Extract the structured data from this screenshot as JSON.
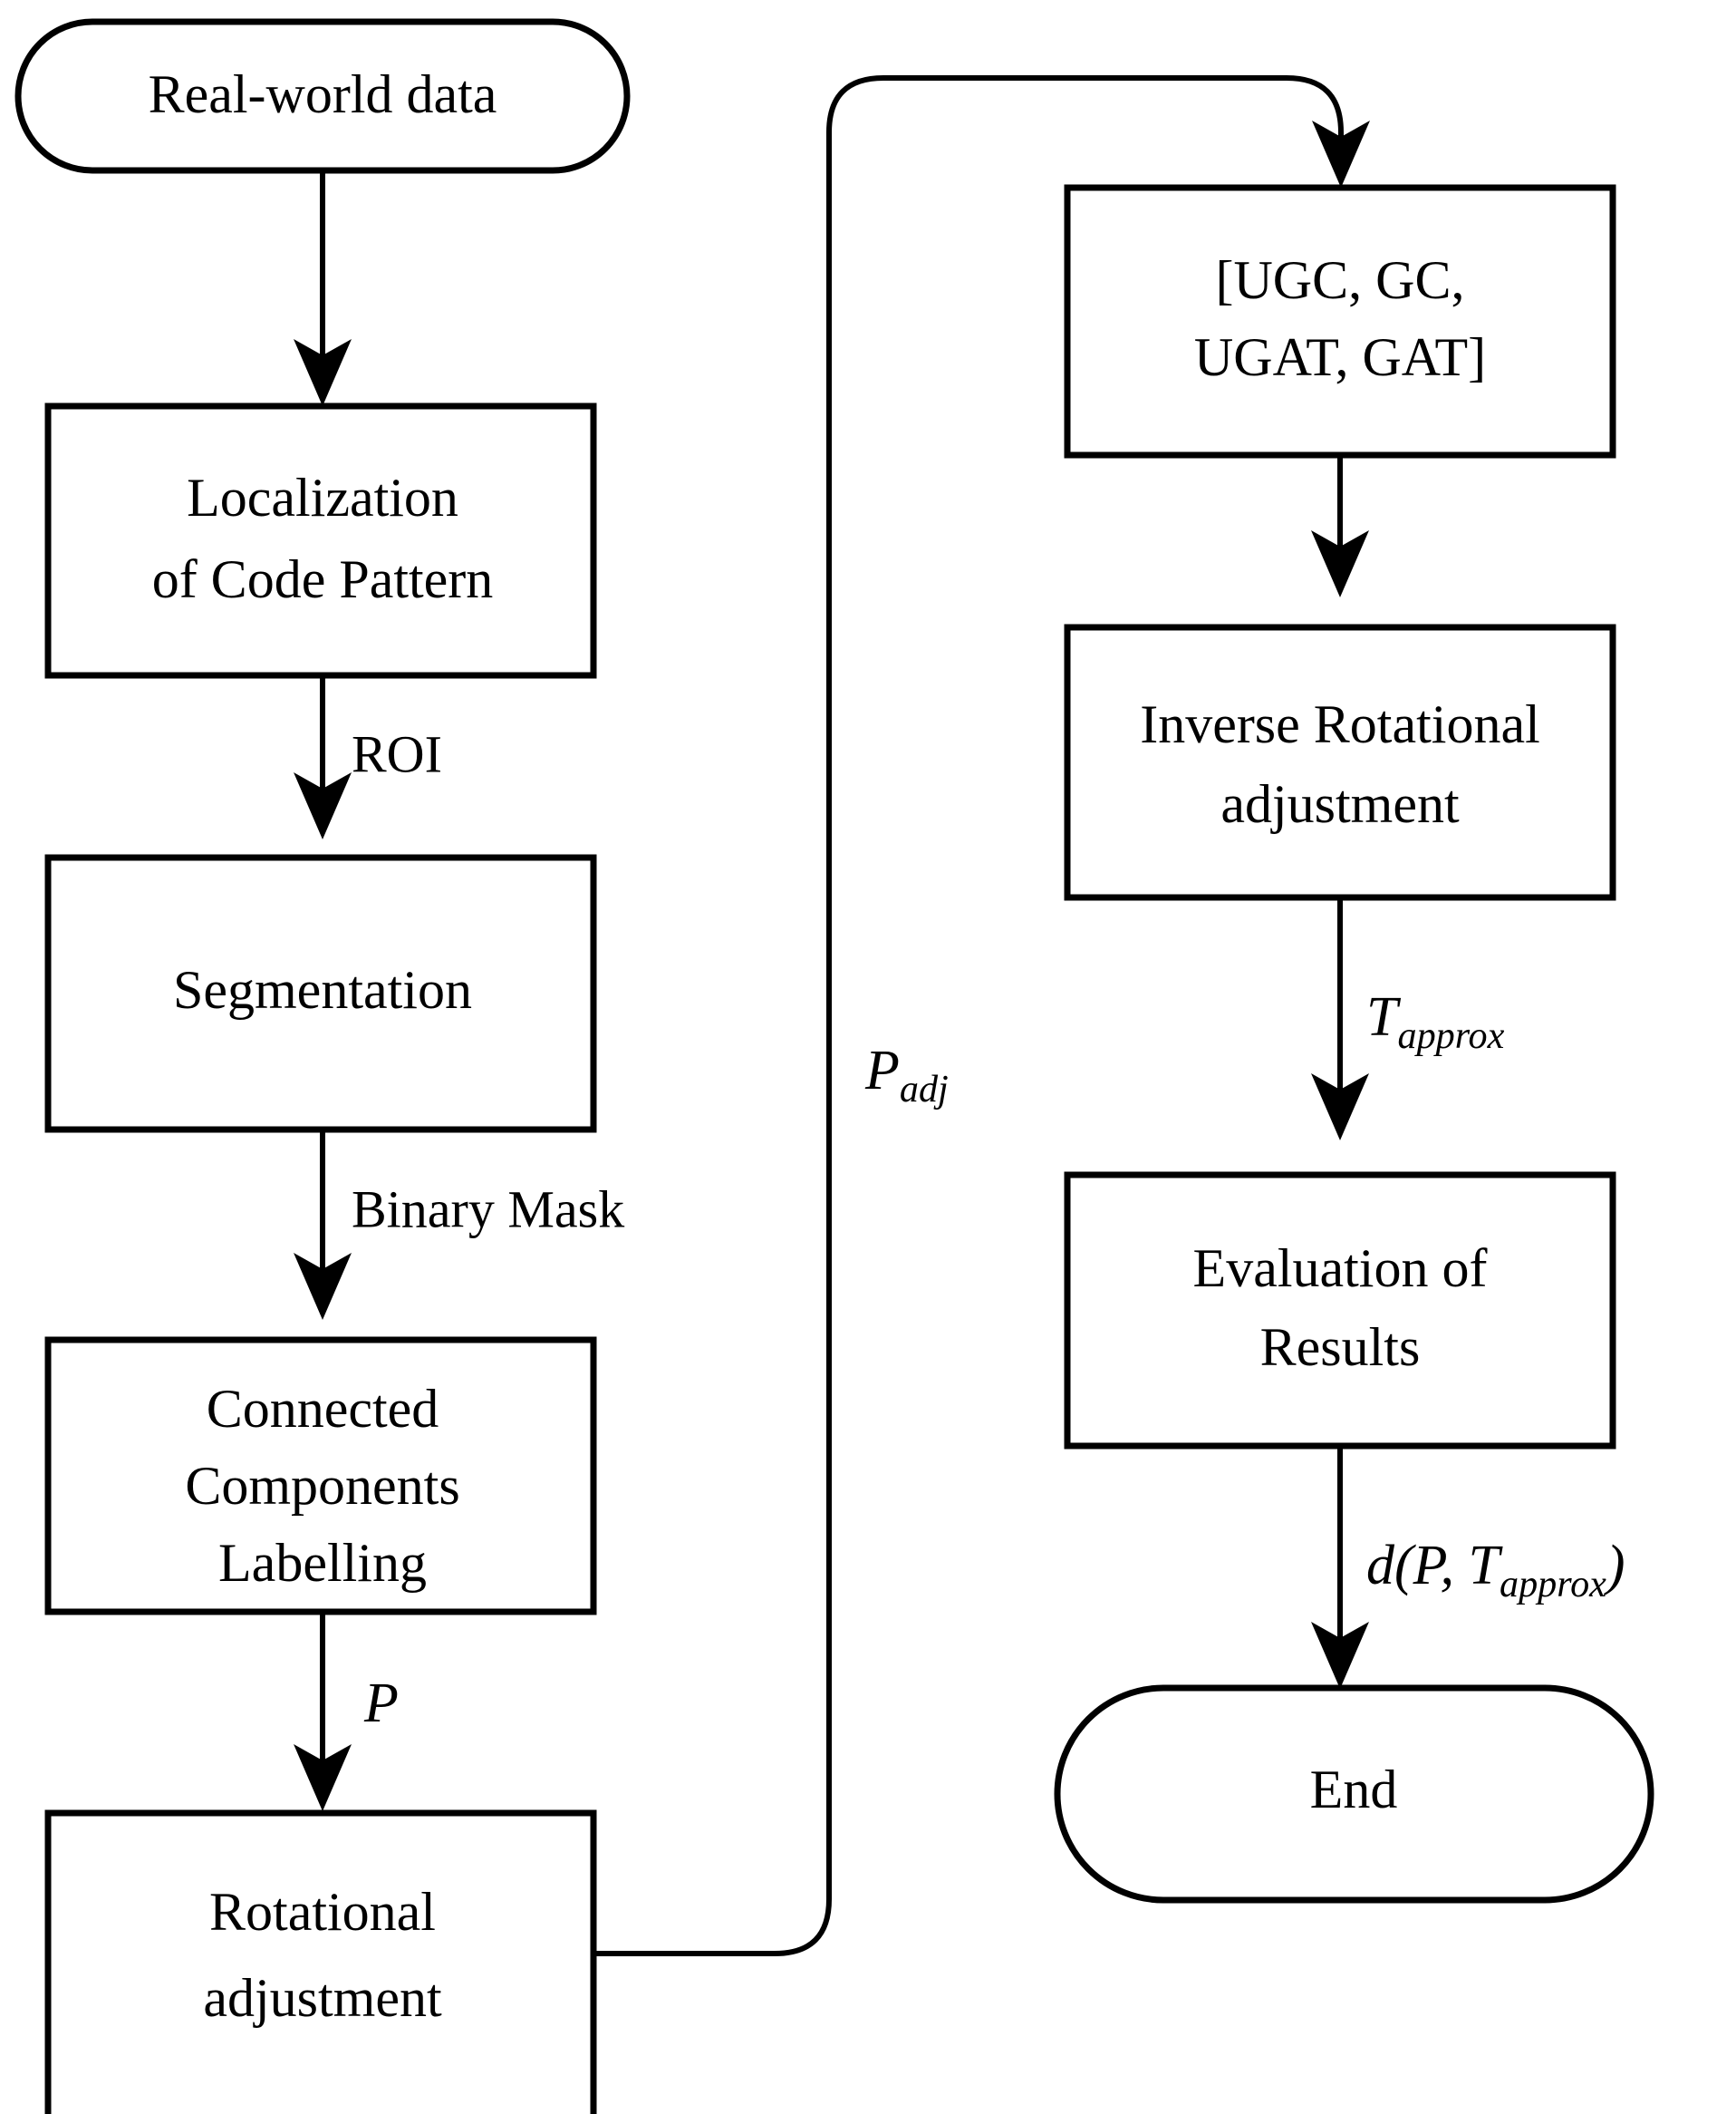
{
  "diagram": {
    "type": "flowchart",
    "title": "Code pattern processing and evaluation pipeline",
    "orientation": "two-column, top-to-bottom with feedback loop",
    "background_color": "#ffffff",
    "line_color": "#000000",
    "nodes": [
      {
        "id": "real-world-data",
        "shape": "stadium",
        "column": "left",
        "lines": [
          "Real-world data"
        ]
      },
      {
        "id": "localization-of-code-pattern",
        "shape": "rectangle",
        "column": "left",
        "lines": [
          "Localization",
          "of Code Pattern"
        ]
      },
      {
        "id": "segmentation",
        "shape": "rectangle",
        "column": "left",
        "lines": [
          "Segmentation"
        ]
      },
      {
        "id": "connected-components-labelling",
        "shape": "rectangle",
        "column": "left",
        "lines": [
          "Connected",
          "Components",
          "Labelling"
        ]
      },
      {
        "id": "rotational-adjustment",
        "shape": "rectangle",
        "column": "left",
        "lines": [
          "Rotational",
          "adjustment"
        ]
      },
      {
        "id": "model-list",
        "shape": "rectangle",
        "column": "right",
        "lines": [
          "[UGC, GC,",
          "UGAT, GAT]"
        ]
      },
      {
        "id": "inverse-rotational-adjustment",
        "shape": "rectangle",
        "column": "right",
        "lines": [
          "Inverse Rotational",
          "adjustment"
        ]
      },
      {
        "id": "evaluation-of-results",
        "shape": "rectangle",
        "column": "right",
        "lines": [
          "Evaluation of",
          "Results"
        ]
      },
      {
        "id": "end",
        "shape": "stadium",
        "column": "right",
        "lines": [
          "End"
        ]
      }
    ],
    "edges": [
      {
        "id": "e1",
        "from": "real-world-data",
        "to": "localization-of-code-pattern",
        "label": ""
      },
      {
        "id": "e2",
        "from": "localization-of-code-pattern",
        "to": "segmentation",
        "label": "ROI"
      },
      {
        "id": "e3",
        "from": "segmentation",
        "to": "connected-components-labelling",
        "label": "Binary Mask"
      },
      {
        "id": "e4",
        "from": "connected-components-labelling",
        "to": "rotational-adjustment",
        "label": "P",
        "style": "italic"
      },
      {
        "id": "e5",
        "from": "rotational-adjustment",
        "to": "model-list",
        "label": "P",
        "label_sub": "adj",
        "style": "italic",
        "routing": "feedback-loop"
      },
      {
        "id": "e6",
        "from": "model-list",
        "to": "inverse-rotational-adjustment",
        "label": ""
      },
      {
        "id": "e7",
        "from": "inverse-rotational-adjustment",
        "to": "evaluation-of-results",
        "label": "T",
        "label_sub": "approx",
        "style": "italic"
      },
      {
        "id": "e8",
        "from": "evaluation-of-results",
        "to": "end",
        "label": "d(P, T",
        "label_sub": "approx",
        "label_tail": ")",
        "style": "italic"
      }
    ]
  },
  "labels": {
    "real_world_data": "Real-world data",
    "localization_line1": "Localization",
    "localization_line2": "of Code Pattern",
    "segmentation": "Segmentation",
    "connected_line1": "Connected",
    "connected_line2": "Components",
    "connected_line3": "Labelling",
    "rotational_line1": "Rotational",
    "rotational_line2": "adjustment",
    "model_list_line1": "[UGC, GC,",
    "model_list_line2": "UGAT, GAT]",
    "inverse_line1": "Inverse Rotational",
    "inverse_line2": "adjustment",
    "evaluation_line1": "Evaluation of",
    "evaluation_line2": "Results",
    "end": "End",
    "edge_roi": "ROI",
    "edge_binary_mask": "Binary Mask",
    "edge_p": "P",
    "edge_padj_base": "P",
    "edge_padj_sub": "adj",
    "edge_tapprox_base": "T",
    "edge_tapprox_sub": "approx",
    "edge_distance_open": "d(P, T",
    "edge_distance_sub": "approx",
    "edge_distance_close": ")"
  }
}
